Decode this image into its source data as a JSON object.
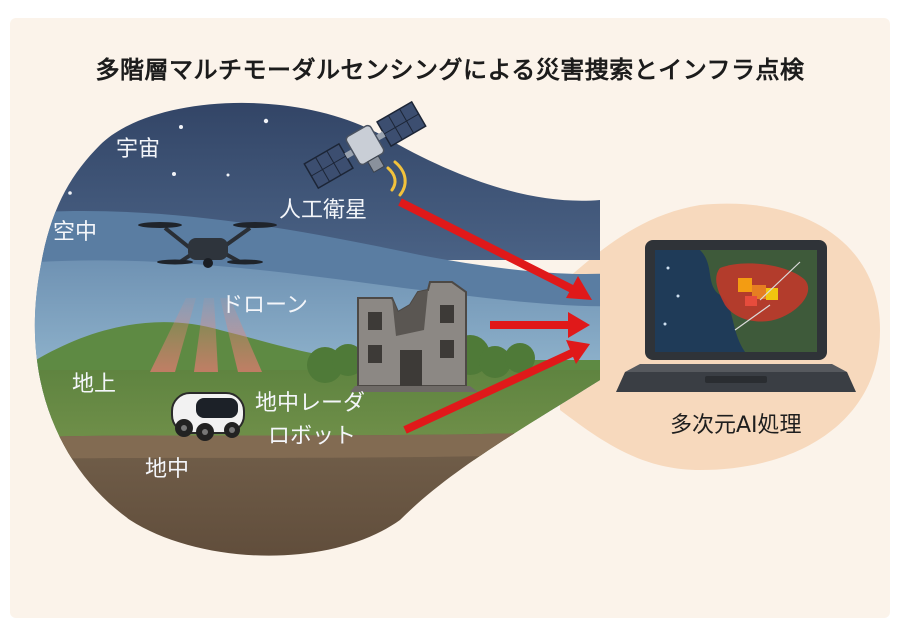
{
  "title": "多階層マルチモーダルセンシングによる災害捜索とインフラ点検",
  "layers": {
    "space": "宇宙",
    "air": "空中",
    "ground": "地上",
    "underground": "地中"
  },
  "devices": {
    "satellite": "人工衛星",
    "drone": "ドローン",
    "gpr_robot_line1": "地中レーダ",
    "gpr_robot_line2": "ロボット"
  },
  "processing": "多次元AI処理",
  "colors": {
    "space": "#34476a",
    "air": "#7fa6c2",
    "ground": "#6a8a47",
    "underground": "#6e5a48",
    "arrow": "#e0191a",
    "peach": "#f7d9bd"
  }
}
